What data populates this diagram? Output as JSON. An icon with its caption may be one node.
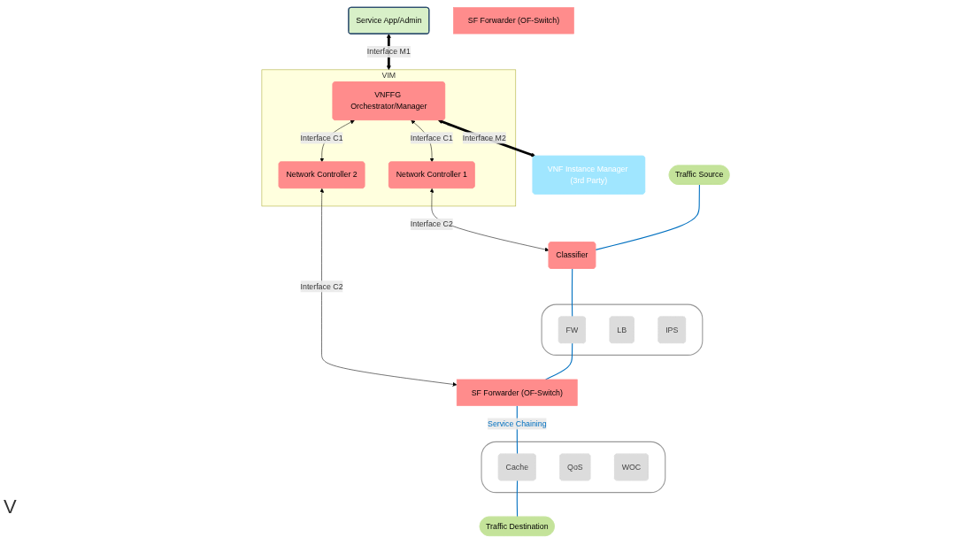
{
  "diagram": {
    "nodes": [
      {
        "text": [
          "Service App/Admin"
        ]
      },
      {
        "text": [
          "VIM"
        ]
      },
      {
        "text": [
          "VNFFG Orchestrator/Manager"
        ],
        "in": 1
      },
      {
        "text": [
          "Network Controller 1"
        ],
        "in": 1
      },
      {
        "text": [
          "Network Controller 2"
        ],
        "in": 1
      },
      {
        "text": [
          "VNF Instance Manager (3rd Party)"
        ]
      },
      {
        "text": [
          "Traffic Source"
        ]
      },
      {
        "text": [
          "Classifier"
        ]
      },
      {
        "text": [
          "SF Forwarder (OF-Switch)"
        ]
      },
      {
        "text": [],
        "shape": "cloud"
      },
      {
        "text": [
          "FW"
        ],
        "in": 9
      },
      {
        "text": [
          "LB"
        ],
        "in": 9
      },
      {
        "text": [
          "IPS"
        ],
        "in": 9
      },
      {
        "text": [
          "SF Forwarder (OF-Switch)"
        ]
      },
      {
        "text": [],
        "shape": "cloud"
      },
      {
        "text": [
          "Cache"
        ],
        "in": 14
      },
      {
        "text": [
          "QoS"
        ],
        "in": 14
      },
      {
        "text": [
          "WOC"
        ],
        "in": 14
      },
      {
        "text": [
          "Traffic Destination"
        ]
      }
    ],
    "edges": [
      {
        "from": 0,
        "to": 1,
        "arrow": "both",
        "label": "Interface M1",
        "style": "thick"
      },
      {
        "from": 2,
        "to": 5,
        "arrow": "both",
        "label": "Interface M2",
        "style": "thick"
      },
      {
        "from": 2,
        "to": 3,
        "arrow": "both",
        "label": "Interface C1"
      },
      {
        "from": 2,
        "to": 4,
        "arrow": "both",
        "label": "Interface C1"
      },
      {
        "from": 3,
        "to": 7,
        "arrow": "both",
        "label": "Interface C2"
      },
      {
        "from": 4,
        "to": 13,
        "arrow": "both",
        "label": "Interface C2"
      },
      {
        "from": 6,
        "to": 7,
        "arrow": "none",
        "color": "#0070c0"
      },
      {
        "from": 7,
        "to": 10,
        "arrow": "none",
        "color": "#0070c0"
      },
      {
        "from": 10,
        "to": 13,
        "arrow": "none",
        "color": "#0070c0"
      },
      {
        "from": 13,
        "to": 15,
        "arrow": "none",
        "label": "Service Chaining",
        "color": "#0070c0"
      },
      {
        "from": 15,
        "to": 18,
        "arrow": "none",
        "color": "#0070c0"
      }
    ],
    "labels": [
      "V"
    ]
  }
}
